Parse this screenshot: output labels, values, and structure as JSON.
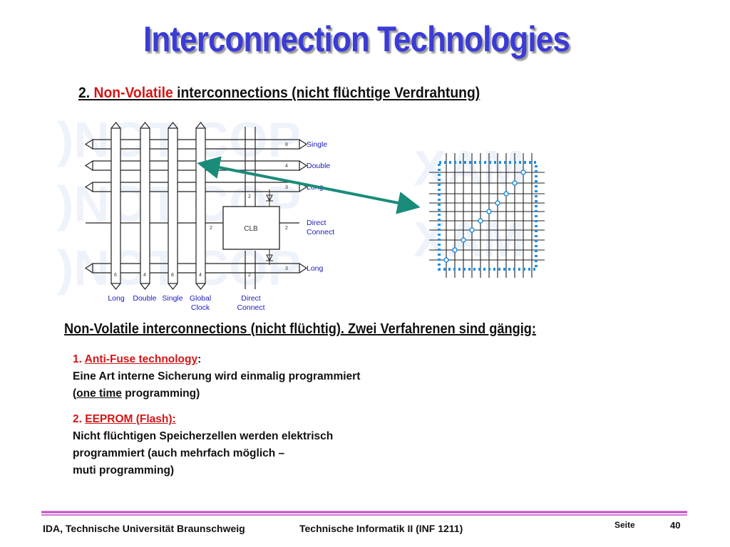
{
  "slide": {
    "title": "Interconnection Technologies",
    "subtitle_prefix": "2. ",
    "subtitle_highlight": "Non-Volatile",
    "subtitle_rest": " interconnections (nicht flüchtige Verdrahtung)"
  },
  "diagram": {
    "right_labels": [
      "Single",
      "Double",
      "Long",
      "Direct",
      "Connect",
      "Long"
    ],
    "bottom_labels": [
      "Long",
      "Double",
      "Single",
      "Global",
      "Clock",
      "Direct",
      "Connect"
    ],
    "block_label": "CLB",
    "bus_widths_right": [
      "8",
      "4",
      "3",
      "2",
      "2",
      "3"
    ],
    "bus_widths_bottom": [
      "6",
      "4",
      "8",
      "4",
      "2"
    ],
    "bus_widths_vertical": [
      "2",
      "2"
    ]
  },
  "content": {
    "heading": "Non-Volatile interconnections (nicht flüchtig). Zwei Verfahrenen sind gängig:",
    "item1_number": "1. ",
    "item1_title": "Anti-Fuse technology",
    "item1_colon": ":",
    "item1_line1": "Eine Art interne Sicherung wird einmalig programmiert",
    "item1_line2_open": "(",
    "item1_line2_underlined": "one time",
    "item1_line2_rest": " programming)",
    "item2_number": "2. ",
    "item2_title": "EEPROM (Flash):",
    "item2_line1": "Nicht flüchtigen Speicherzellen werden elektrisch",
    "item2_line2": "programmiert (auch mehrfach möglich –",
    "item2_line3": "muti programming)"
  },
  "footer": {
    "left": "IDA, Technische Universität Braunschweig",
    "center": "Technische Informatik II (INF 1211)",
    "page_label": "Seite",
    "page_number": "40"
  },
  "colors": {
    "title": "#3b3bd6",
    "accent_red": "#d41616",
    "arrow_teal": "#1a8c7a",
    "dotted_blue": "#1e8fe0",
    "footer_line": "#c24ac9"
  }
}
